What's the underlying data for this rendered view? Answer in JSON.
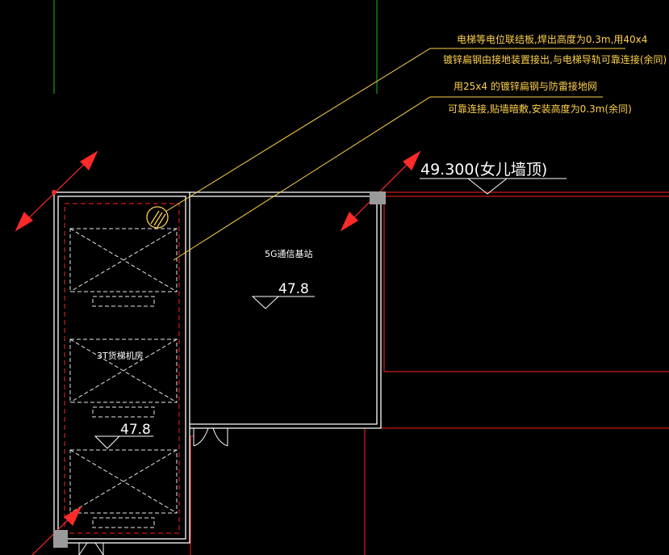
{
  "drawing": {
    "notes": [
      "电梯等电位联结板,焊出高度为0.3m,用40x4",
      "镀锌扁钢由接地装置接出,与电梯导轨可靠连接(余同)",
      "用25x4 的镀锌扁钢与防雷接地网",
      "可靠连接,贴墙暗敷,安装高度为0.3m(余同)"
    ],
    "elevation_top": "49.300(女儿墙顶)",
    "room_5g_label": "5G通信基站",
    "room_5g_elevation": "47.8",
    "elevator_room_label": "3T货梯机房",
    "elevator_room_elevation": "47.8"
  },
  "colors": {
    "background": "#000000",
    "wall": "#ffffff",
    "red_line": "#ff2020",
    "grid_green": "#1fb81f",
    "leader_yellow": "#ffd24a",
    "dash_white": "#e8e8e8",
    "arrow_red": "#ff2a2a",
    "hatch_gray": "#9a9a9a"
  }
}
